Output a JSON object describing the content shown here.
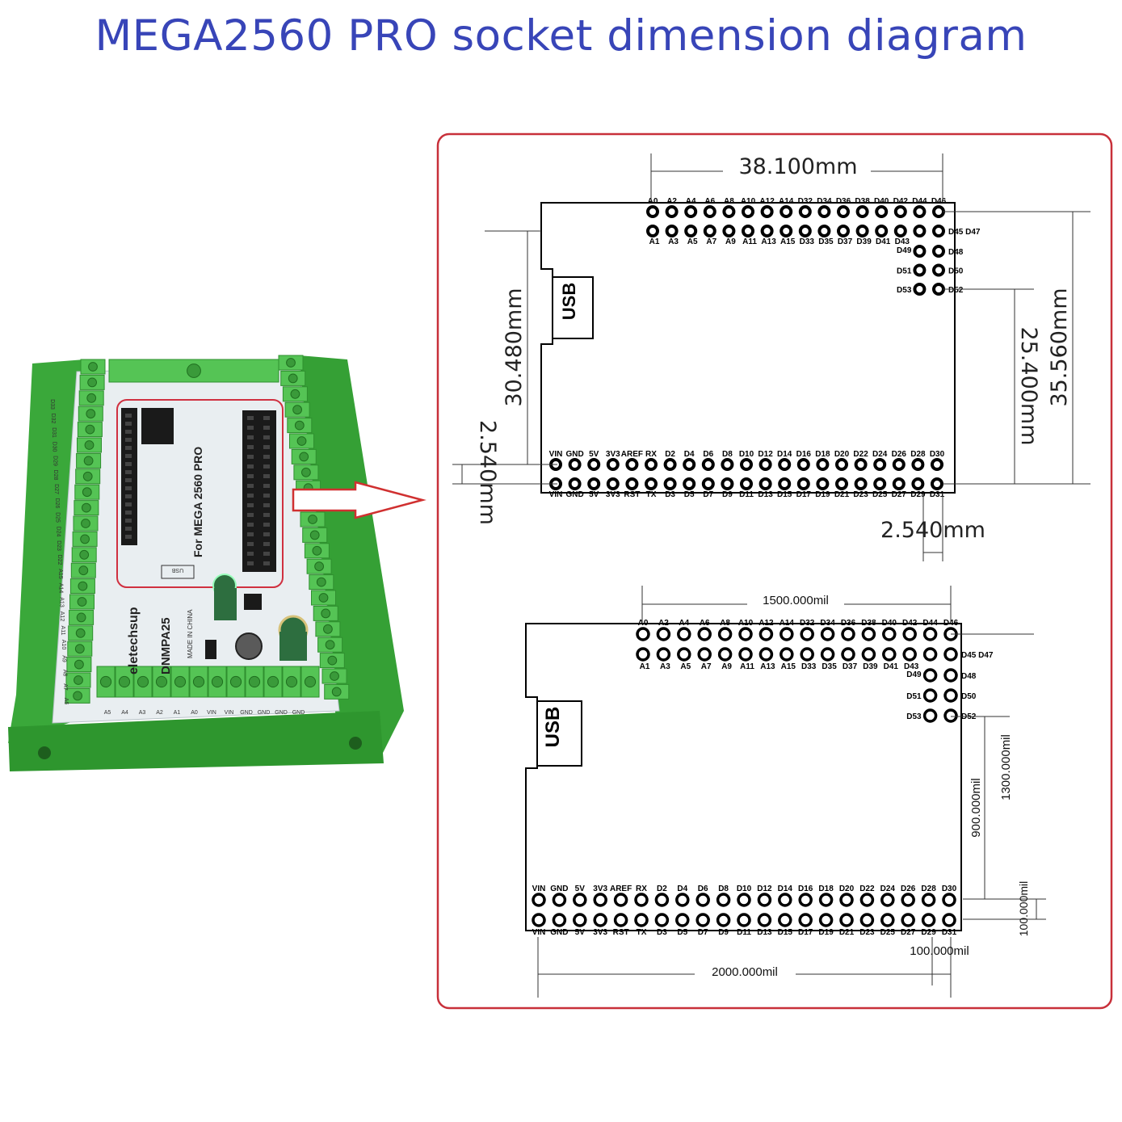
{
  "title": "MEGA2560 PRO socket dimension diagram",
  "colors": {
    "title": "#3845b8",
    "frame": "#c8303a",
    "board_green": "#4fc24f",
    "arrow": "#d03030"
  },
  "photo": {
    "board_text": "For MEGA 2560 PRO",
    "brand": "eletechsup",
    "model": "DNMPA25",
    "made_in": "MADE IN CHINA",
    "usb": "USB",
    "bottom_labels": [
      "A5",
      "A4",
      "A3",
      "A2",
      "A1",
      "A0",
      "VIN",
      "VIN",
      "GND",
      "GND",
      "GND",
      "GND"
    ],
    "left_labels": [
      "A6",
      "A7",
      "A8",
      "A9",
      "A10",
      "A11",
      "A12",
      "A13",
      "A14",
      "A15",
      "D22",
      "D23",
      "D24",
      "D25",
      "D26",
      "D27",
      "D28",
      "D29",
      "D30",
      "D31",
      "D32",
      "D33"
    ]
  },
  "top_diagram": {
    "usb": "USB",
    "dim_width": "38.100mm",
    "dim_left_height": "30.480mm",
    "dim_pitch_left": "2.540mm",
    "dim_inner_height": "25.400mm",
    "dim_outer_height": "35.560mm",
    "dim_pitch_bottom": "2.540mm"
  },
  "bottom_diagram": {
    "usb": "USB",
    "dim_width": "1500.000mil",
    "dim_inner_height": "900.000mil",
    "dim_outer_height": "1300.000mil",
    "dim_pitch_right": "100.000mil",
    "dim_pitch_bottom": "100.000mil",
    "dim_total_width": "2000.000mil"
  },
  "pins": {
    "top_row1": [
      "A0",
      "A2",
      "A4",
      "A6",
      "A8",
      "A10",
      "A12",
      "A14",
      "D32",
      "D34",
      "D36",
      "D38",
      "D40",
      "D42",
      "D44",
      "D46"
    ],
    "top_row2": [
      "A1",
      "A3",
      "A5",
      "A7",
      "A9",
      "A11",
      "A13",
      "A15",
      "D33",
      "D35",
      "D37",
      "D39",
      "D41",
      "D43"
    ],
    "side_right_top": "D45 D47",
    "side_pairs": [
      {
        "left": "D49",
        "right": "D48"
      },
      {
        "left": "D51",
        "right": "D50"
      },
      {
        "left": "D53",
        "right": "D52"
      }
    ],
    "bottom_row1": [
      "VIN",
      "GND",
      "5V",
      "3V3",
      "AREF",
      "RX",
      "D2",
      "D4",
      "D6",
      "D8",
      "D10",
      "D12",
      "D14",
      "D16",
      "D18",
      "D20",
      "D22",
      "D24",
      "D26",
      "D28",
      "D30"
    ],
    "bottom_row2": [
      "VIN",
      "GND",
      "5V",
      "3V3",
      "RST",
      "TX",
      "D3",
      "D5",
      "D7",
      "D9",
      "D11",
      "D13",
      "D15",
      "D17",
      "D19",
      "D21",
      "D23",
      "D25",
      "D27",
      "D29",
      "D31"
    ]
  }
}
